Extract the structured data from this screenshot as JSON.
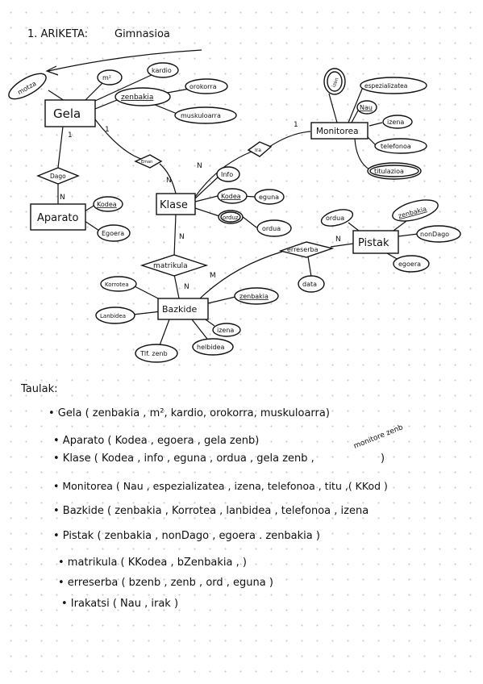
{
  "title": {
    "number": "1. ARIKETA:",
    "name": "Gimnasioa"
  },
  "entities": {
    "gela": "Gela",
    "aparato": "Aparato",
    "klase": "Klase",
    "monitorea": "Monitorea",
    "pistak": "Pistak",
    "bazkide": "Bazkide"
  },
  "attributes": {
    "gela": [
      "m²",
      "kardio",
      "zenbakia",
      "orokorra",
      "muskuloarra",
      "motza"
    ],
    "aparato": [
      "Kodea",
      "Egoera"
    ],
    "klase": [
      "Info",
      "Kodea",
      "eguna",
      "orduz",
      "ordua"
    ],
    "monitorea": [
      "izen",
      "espezializatea",
      "Nau",
      "izena",
      "telefonoa",
      "titulazioa"
    ],
    "pistak": [
      "ordua",
      "zenbakia",
      "nonDago",
      "egoera"
    ],
    "bazkide": [
      "Korrotea",
      "Lanbidea",
      "zenbakia",
      "izena",
      "helbidea",
      "Tlf. zenb"
    ]
  },
  "relationships": {
    "dago": "Dago",
    "eman": "Eman",
    "irakatsi": "Ira",
    "matrikula": "matrikula",
    "erreserba": "erreserba",
    "data": "data"
  },
  "cardinalities": [
    "1",
    "1",
    "N",
    "N",
    "N",
    "N",
    "N",
    "M",
    "1",
    "N"
  ],
  "tables_heading": "Taulak:",
  "tables": [
    "• Gela ( zenbakia , m², kardio, orokorra, muskuloarra)",
    "• Aparato ( Kodea , egoera , gela zenb)",
    "• Klase ( Kodea , info , eguna , ordua , gela zenb ,",
    "• Monitorea ( Nau , espezializatea , izena, telefonoa , titu ,( KKod )",
    "• Bazkide ( zenbakia , Korrotea , lanbidea , telefonoa , izena",
    "• Pistak ( zenbakia , nonDago , egoera . zenbakia )",
    "• matrikula ( KKodea , bZenbakia , )",
    "• erreserba ( bzenb , zenb , ord , eguna )",
    "• Irakatsi ( Nau , irak )"
  ],
  "annotation": "monitore zenb",
  "closing_paren": ")"
}
